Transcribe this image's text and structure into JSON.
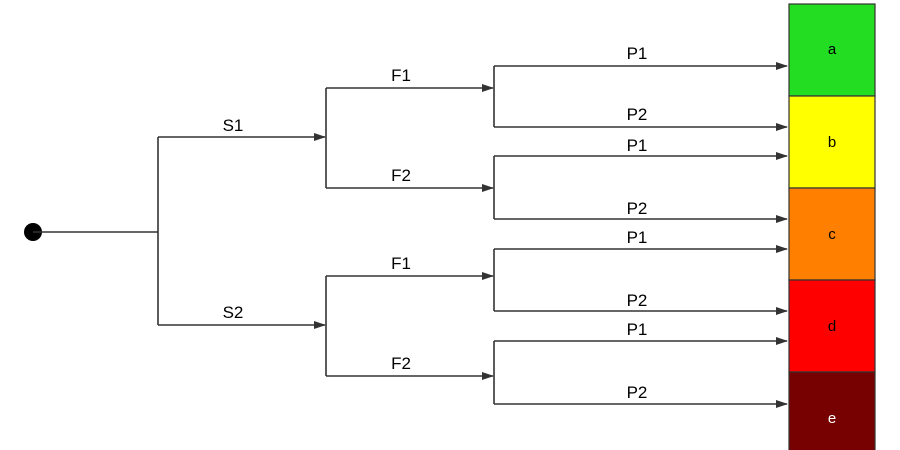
{
  "tree": {
    "level1": [
      {
        "label": "S1"
      },
      {
        "label": "S2"
      }
    ],
    "level2": [
      {
        "label": "F1"
      },
      {
        "label": "F2"
      },
      {
        "label": "F1"
      },
      {
        "label": "F2"
      }
    ],
    "level3": [
      {
        "label": "P1"
      },
      {
        "label": "P2"
      },
      {
        "label": "P1"
      },
      {
        "label": "P2"
      },
      {
        "label": "P1"
      },
      {
        "label": "P2"
      },
      {
        "label": "P1"
      },
      {
        "label": "P2"
      }
    ]
  },
  "outcomes": [
    {
      "label": "a",
      "color": "#22dd22",
      "text_color": "#000000"
    },
    {
      "label": "b",
      "color": "#ffff00",
      "text_color": "#000000"
    },
    {
      "label": "c",
      "color": "#ff8000",
      "text_color": "#000000"
    },
    {
      "label": "d",
      "color": "#ff0000",
      "text_color": "#000000"
    },
    {
      "label": "e",
      "color": "#770000",
      "text_color": "#ffffff"
    }
  ]
}
